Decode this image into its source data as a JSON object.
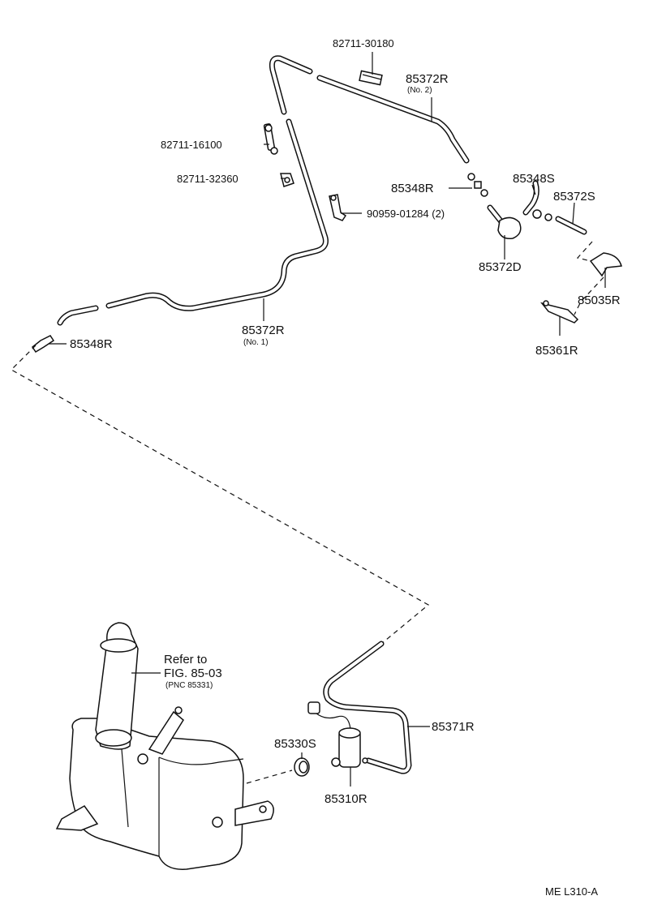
{
  "diagram": {
    "labels": {
      "p82711_30180": "82711-30180",
      "p85372R_top": "85372R",
      "p85372R_top_sub": "(No. 2)",
      "p82711_16100": "82711-16100",
      "p82711_32360": "82711-32360",
      "p90959": "90959-01284 (2)",
      "p85348R_top": "85348R",
      "p85348S": "85348S",
      "p85372S": "85372S",
      "p85372D": "85372D",
      "p85035R": "85035R",
      "p85361R": "85361R",
      "p85348R_left": "85348R",
      "p85372R_mid": "85372R",
      "p85372R_mid_sub": "(No. 1)",
      "refer_to": "Refer to",
      "refer_fig": "FIG. 85-03",
      "refer_pnc": "(PNC 85331)",
      "p85371R": "85371R",
      "p85330S": "85330S",
      "p85310R": "85310R",
      "figure_code": "ME  L310-A"
    }
  }
}
